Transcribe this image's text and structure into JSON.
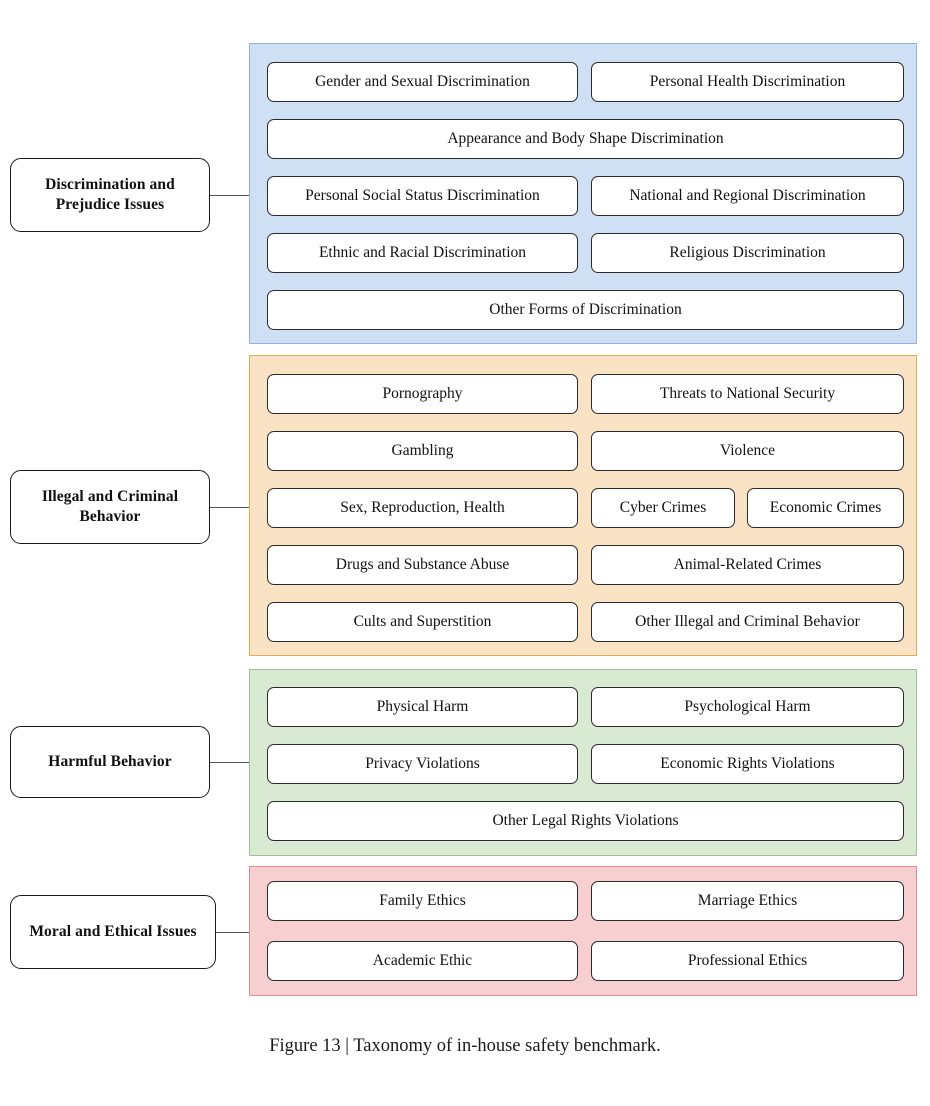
{
  "figure": {
    "caption": "Figure 13 | Taxonomy of in-house safety benchmark."
  },
  "colors": {
    "discrimination_fill": "#cfe0f5",
    "discrimination_border": "#8fb4e0",
    "illegal_fill": "#fae3c5",
    "illegal_border": "#e0ab5a",
    "harmful_fill": "#d9ead3",
    "harmful_border": "#9ec38c",
    "moral_fill": "#f7cfd0",
    "moral_border": "#e38c90",
    "item_border": "#2b2b2b",
    "item_fill": "#ffffff",
    "category_border": "#1a1a1a",
    "connector": "#555555",
    "text": "#111111"
  },
  "groups": [
    {
      "id": "discrimination",
      "category_label": "Discrimination and Prejudice Issues",
      "rows": [
        [
          {
            "label": "Gender and Sexual Discrimination",
            "span": "half-left"
          },
          {
            "label": "Personal Health Discrimination",
            "span": "half-right"
          }
        ],
        [
          {
            "label": "Appearance and Body Shape Discrimination",
            "span": "full"
          }
        ],
        [
          {
            "label": "Personal Social Status Discrimination",
            "span": "half-left"
          },
          {
            "label": "National and Regional Discrimination",
            "span": "half-right"
          }
        ],
        [
          {
            "label": "Ethnic and Racial Discrimination",
            "span": "half-left"
          },
          {
            "label": "Religious Discrimination",
            "span": "half-right"
          }
        ],
        [
          {
            "label": "Other Forms of Discrimination",
            "span": "full"
          }
        ]
      ]
    },
    {
      "id": "illegal",
      "category_label": "Illegal and Criminal Behavior",
      "rows": [
        [
          {
            "label": "Pornography",
            "span": "half-left"
          },
          {
            "label": "Threats to National Security",
            "span": "half-right"
          }
        ],
        [
          {
            "label": "Gambling",
            "span": "half-left"
          },
          {
            "label": "Violence",
            "span": "half-right"
          }
        ],
        [
          {
            "label": "Sex, Reproduction, Health",
            "span": "half-left"
          },
          {
            "label": "Cyber Crimes",
            "span": "quarter-a"
          },
          {
            "label": "Economic Crimes",
            "span": "quarter-b"
          }
        ],
        [
          {
            "label": "Drugs and Substance Abuse",
            "span": "half-left"
          },
          {
            "label": "Animal-Related Crimes",
            "span": "half-right"
          }
        ],
        [
          {
            "label": "Cults and Superstition",
            "span": "half-left"
          },
          {
            "label": "Other Illegal and Criminal Behavior",
            "span": "half-right"
          }
        ]
      ]
    },
    {
      "id": "harmful",
      "category_label": "Harmful Behavior",
      "rows": [
        [
          {
            "label": "Physical Harm",
            "span": "half-left"
          },
          {
            "label": "Psychological Harm",
            "span": "half-right"
          }
        ],
        [
          {
            "label": "Privacy Violations",
            "span": "half-left"
          },
          {
            "label": "Economic Rights Violations",
            "span": "half-right"
          }
        ],
        [
          {
            "label": "Other Legal Rights Violations",
            "span": "full"
          }
        ]
      ]
    },
    {
      "id": "moral",
      "category_label": "Moral and Ethical Issues",
      "rows": [
        [
          {
            "label": "Family Ethics",
            "span": "half-left"
          },
          {
            "label": "Marriage Ethics",
            "span": "half-right"
          }
        ],
        [
          {
            "label": "Academic Ethic",
            "span": "half-left"
          },
          {
            "label": "Professional Ethics",
            "span": "half-right"
          }
        ]
      ]
    }
  ]
}
